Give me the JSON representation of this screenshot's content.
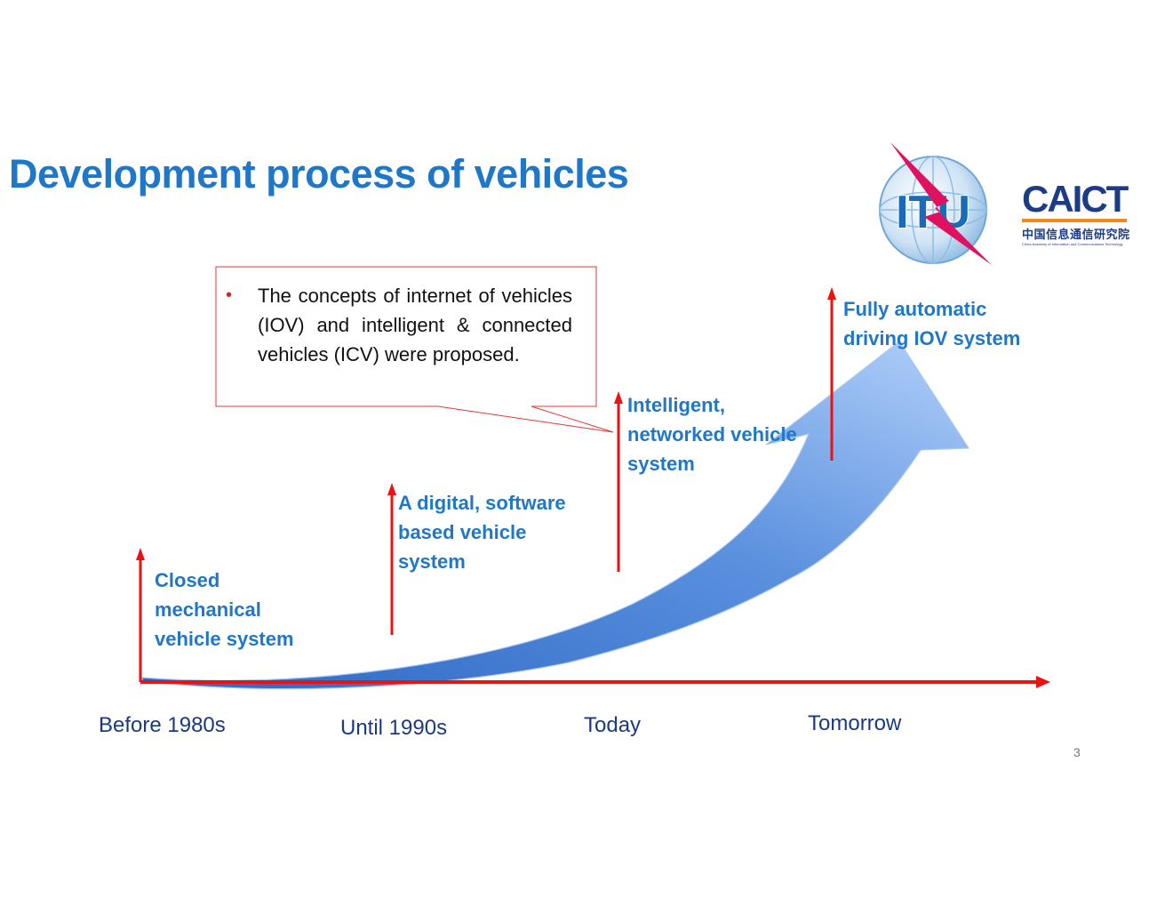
{
  "title": "Development process of vehicles",
  "callout": {
    "bullet": "•",
    "text": "The concepts of internet of vehicles (IOV)  and intelligent & connected vehicles (ICV) were proposed."
  },
  "stages": [
    {
      "lines": [
        "Closed",
        "mechanical",
        "vehicle system"
      ]
    },
    {
      "lines": [
        "A digital, software",
        "based vehicle",
        "system"
      ]
    },
    {
      "lines": [
        "Intelligent,",
        "networked vehicle",
        "system"
      ]
    },
    {
      "lines": [
        "Fully automatic",
        "driving IOV system"
      ]
    }
  ],
  "timeline": [
    "Before 1980s",
    "Until 1990s",
    "Today",
    "Tomorrow"
  ],
  "page_number": "3",
  "logos": {
    "itu": {
      "text": "ITU"
    },
    "caict": {
      "name": "CAICT",
      "cn": "中国信息通信研究院",
      "en": "China Academy of Information and Communications Technology"
    }
  },
  "colors": {
    "title": "#1f77c8",
    "arrow_red": "#ee1111",
    "curve_blue": "#5b8fd9",
    "stage_text": "#1f77c8"
  }
}
